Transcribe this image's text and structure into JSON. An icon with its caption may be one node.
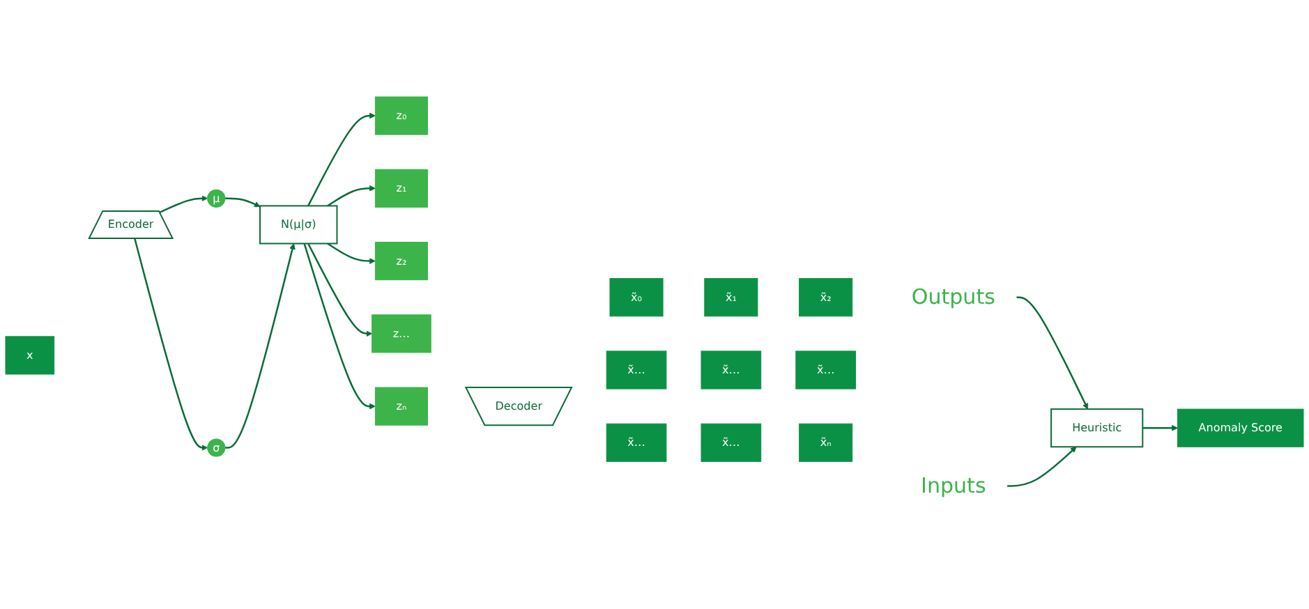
{
  "diagram": {
    "nodes": [
      {
        "text": [
          "x"
        ]
      },
      {
        "text": [
          "Inputs"
        ]
      },
      {
        "text": [
          "Encoder"
        ]
      },
      {
        "text": [
          "μ"
        ]
      },
      {
        "text": [
          "σ"
        ]
      },
      {
        "text": [
          "N(μ|σ)"
        ]
      },
      {
        "text": [
          "z₀"
        ]
      },
      {
        "text": [
          "z₁"
        ]
      },
      {
        "text": [
          "z₂"
        ]
      },
      {
        "text": [
          "z…"
        ]
      },
      {
        "text": [
          "zₙ"
        ]
      },
      {
        "text": [
          "Decoder"
        ]
      },
      {
        "text": [
          "x̃₀"
        ]
      },
      {
        "text": [
          "x̃₁"
        ]
      },
      {
        "text": [
          "x̃₂"
        ]
      },
      {
        "text": [
          "x̃…"
        ]
      },
      {
        "text": [
          "x̃…"
        ]
      },
      {
        "text": [
          "x̃…"
        ]
      },
      {
        "text": [
          "x̃…"
        ]
      },
      {
        "text": [
          "x̃…"
        ]
      },
      {
        "text": [
          "x̃ₙ"
        ]
      },
      {
        "text": [
          "Outputs"
        ]
      },
      {
        "text": [
          "Heuristic"
        ]
      },
      {
        "text": [
          "Anomaly Score"
        ]
      }
    ],
    "edges": [
      {
        "from": 2,
        "to": 3,
        "arrow": "to"
      },
      {
        "from": 2,
        "to": 4,
        "arrow": "to"
      },
      {
        "from": 3,
        "to": 5,
        "arrow": "to"
      },
      {
        "from": 4,
        "to": 5,
        "arrow": "to"
      },
      {
        "from": 5,
        "to": 6,
        "arrow": "to"
      },
      {
        "from": 5,
        "to": 7,
        "arrow": "to"
      },
      {
        "from": 5,
        "to": 8,
        "arrow": "to"
      },
      {
        "from": 5,
        "to": 9,
        "arrow": "to"
      },
      {
        "from": 5,
        "to": 10,
        "arrow": "to"
      },
      {
        "from": 1,
        "to": 22,
        "arrow": "to"
      },
      {
        "from": 21,
        "to": 22,
        "arrow": "to"
      },
      {
        "from": 22,
        "to": 23,
        "arrow": "to"
      }
    ]
  }
}
